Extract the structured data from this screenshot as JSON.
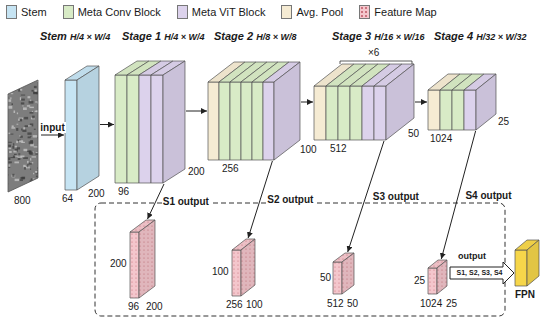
{
  "diagram": {
    "nodes": [
      {
        "text": [
          "800"
        ]
      },
      {
        "text": [
          "64",
          "200"
        ]
      },
      {
        "text": [
          "96",
          "200"
        ]
      },
      {
        "text": [
          "256",
          "100"
        ]
      },
      {
        "text": [
          "×6",
          "512",
          "50"
        ]
      },
      {
        "text": [
          "1024",
          "25"
        ]
      },
      {
        "text": [
          "200",
          "200",
          "96"
        ]
      },
      {
        "text": [
          "100",
          "100",
          "256"
        ]
      },
      {
        "text": [
          "50",
          "50",
          "512"
        ]
      },
      {
        "text": [
          "25",
          "25",
          "1024"
        ]
      },
      {
        "text": [
          "FPN"
        ]
      }
    ],
    "edges": [
      {
        "from": 0,
        "to": 1,
        "arrow": "to",
        "label": "input"
      },
      {
        "from": 1,
        "to": 2,
        "arrow": "to"
      },
      {
        "from": 2,
        "to": 3,
        "arrow": "to"
      },
      {
        "from": 3,
        "to": 4,
        "arrow": "to"
      },
      {
        "from": 4,
        "to": 5,
        "arrow": "to"
      },
      {
        "from": 2,
        "to": 6,
        "arrow": "to",
        "label": "S1 output"
      },
      {
        "from": 3,
        "to": 7,
        "arrow": "to",
        "label": "S2 output"
      },
      {
        "from": 4,
        "to": 8,
        "arrow": "to",
        "label": "S3 output"
      },
      {
        "from": 5,
        "to": 9,
        "arrow": "to",
        "label": "S4 output"
      },
      {
        "from": 9,
        "to": 10,
        "arrow": "to",
        "label": "S1, S2, S3, S4"
      }
    ],
    "labels": [
      "Stem",
      "H/4 × W/4",
      "Stage 1",
      "H/4 × W/4",
      "Stage 2",
      "H/8 × W/8",
      "Stage 3",
      "H/16 × W/16",
      "Stage 4",
      "H/32 × W/32",
      "output"
    ],
    "legend": [
      {
        "text": "Stem",
        "color": "#c6e4f3"
      },
      {
        "text": "Meta Conv Block",
        "color": "#d8ebc6"
      },
      {
        "text": "Meta ViT Block",
        "color": "#dcd2ec"
      },
      {
        "text": "Avg. Pool",
        "color": "#f5ebd3"
      },
      {
        "text": "Feature Map",
        "color": "#f4c6cc"
      }
    ]
  }
}
